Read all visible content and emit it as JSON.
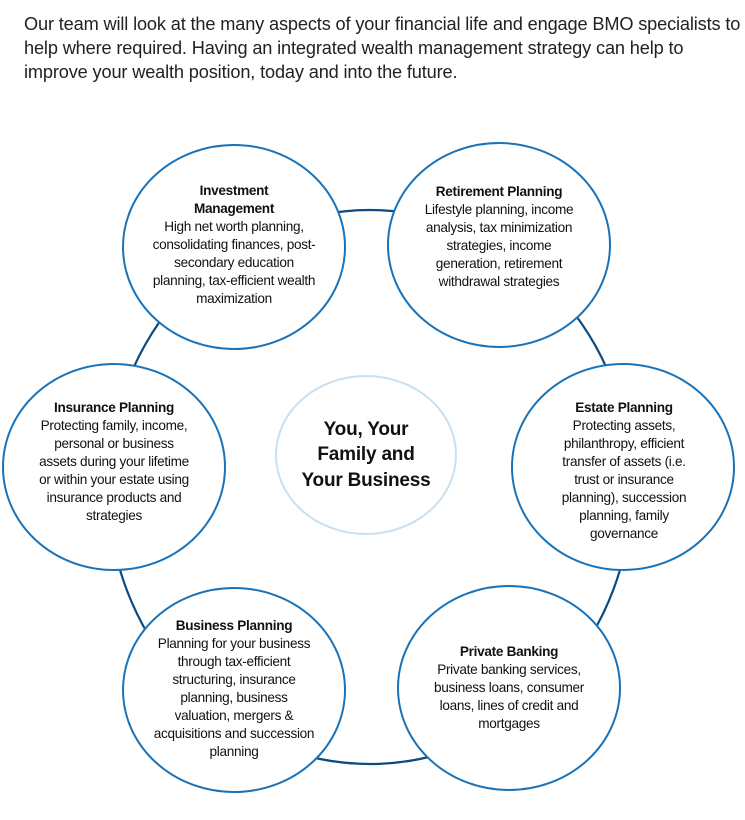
{
  "intro": "Our team will look at the many aspects of your financial life and engage BMO specialists to help where required. Having an integrated wealth management strategy can help to improve your wealth position, today and into the future.",
  "colors": {
    "node_stroke": "#1a73b8",
    "ring_stroke": "#0d4a7e",
    "center_stroke": "#c9e0f1"
  },
  "center": "You, Your Family and Your Business",
  "nodes": [
    {
      "title": "Investment Management",
      "body": "High net worth planning, consolidating finances, post-secondary education planning, tax-efficient wealth maximization"
    },
    {
      "title": "Retirement Planning",
      "body": "Lifestyle planning, income analysis, tax minimization strategies, income generation, retirement withdrawal strategies"
    },
    {
      "title": "Insurance Planning",
      "body": "Protecting family, income, personal or business assets during your lifetime or within your estate using insurance products and strategies"
    },
    {
      "title": "Estate Planning",
      "body": "Protecting assets, philanthropy, efficient transfer of assets (i.e. trust or insurance planning), succession planning, family governance"
    },
    {
      "title": "Business Planning",
      "body": "Planning for your business through tax-efficient structuring, insurance planning, business valuation, mergers & acquisitions and succession planning"
    },
    {
      "title": "Private Banking",
      "body": "Private banking services, business loans, consumer loans, lines of credit and mortgages"
    }
  ]
}
